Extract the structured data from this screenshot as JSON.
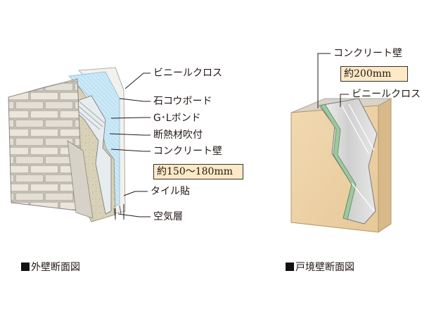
{
  "exterior_wall": {
    "layers": [
      "ビニールクロス",
      "石コウボード",
      "G･Lボンド",
      "断熱材吹付",
      "コンクリート壁"
    ],
    "thickness": "約150〜180mm",
    "tile": "タイル貼",
    "air_layer": "空気層",
    "caption": "外壁断面図"
  },
  "unit_partition_wall": {
    "concrete": "コンクリート壁",
    "thickness": "約200mm",
    "vinyl": "ビニールクロス",
    "caption": "戸境壁断面図"
  },
  "colors": {
    "label_box": "#fde9c6",
    "tile": "#e8e3d9",
    "insulation_blue": "#b7dff3",
    "plaster": "#f4ecd9",
    "concrete": "#cfd0cf",
    "wood_face": "#ecd2a6"
  }
}
